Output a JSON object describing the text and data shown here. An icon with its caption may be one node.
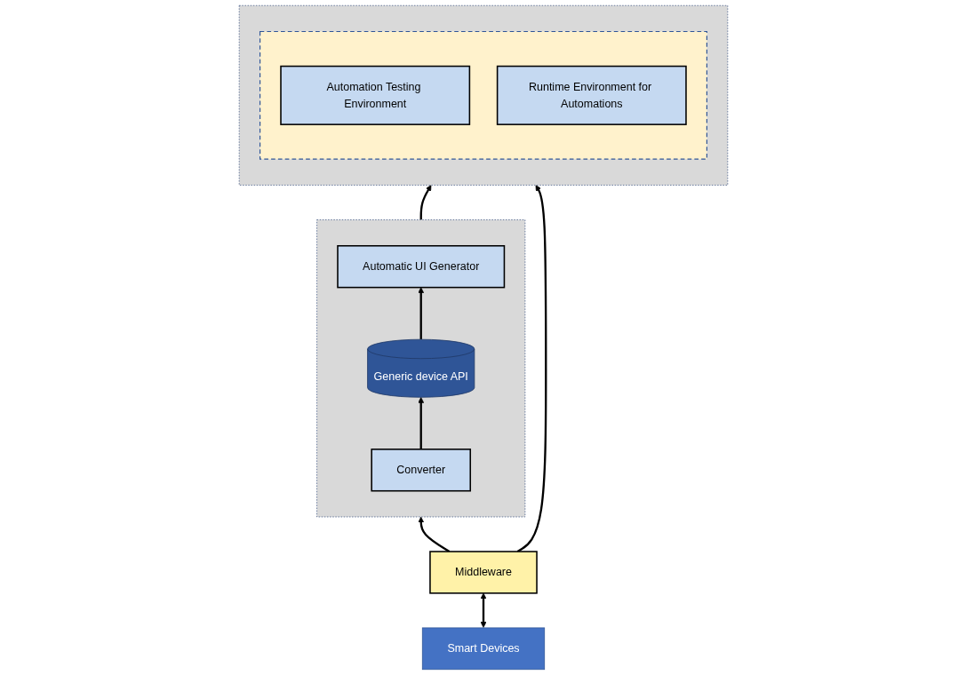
{
  "diagram": {
    "nodes": [
      {
        "text": [],
        "shape": "box"
      },
      {
        "text": [],
        "shape": "box",
        "in": 0
      },
      {
        "text": [
          "Automation Testing Environment"
        ],
        "in": 1
      },
      {
        "text": [
          "Runtime Environment for Automations"
        ],
        "in": 1
      },
      {
        "text": [],
        "shape": "box"
      },
      {
        "text": [
          "Automatic UI Generator"
        ],
        "in": 4
      },
      {
        "text": [
          "Generic device API"
        ],
        "in": 4
      },
      {
        "text": [
          "Converter"
        ],
        "in": 4
      },
      {
        "text": [
          "Middleware"
        ]
      },
      {
        "text": [
          "Smart Devices"
        ]
      }
    ],
    "edges": [
      {
        "from": 4,
        "to": 0,
        "arrow": "to"
      },
      {
        "from": 7,
        "to": 6,
        "arrow": "to"
      },
      {
        "from": 6,
        "to": 5,
        "arrow": "to"
      },
      {
        "from": 8,
        "to": 0,
        "arrow": "to"
      },
      {
        "from": 8,
        "to": 4,
        "arrow": "to"
      },
      {
        "from": 9,
        "to": 8,
        "arrow": "both"
      }
    ]
  }
}
